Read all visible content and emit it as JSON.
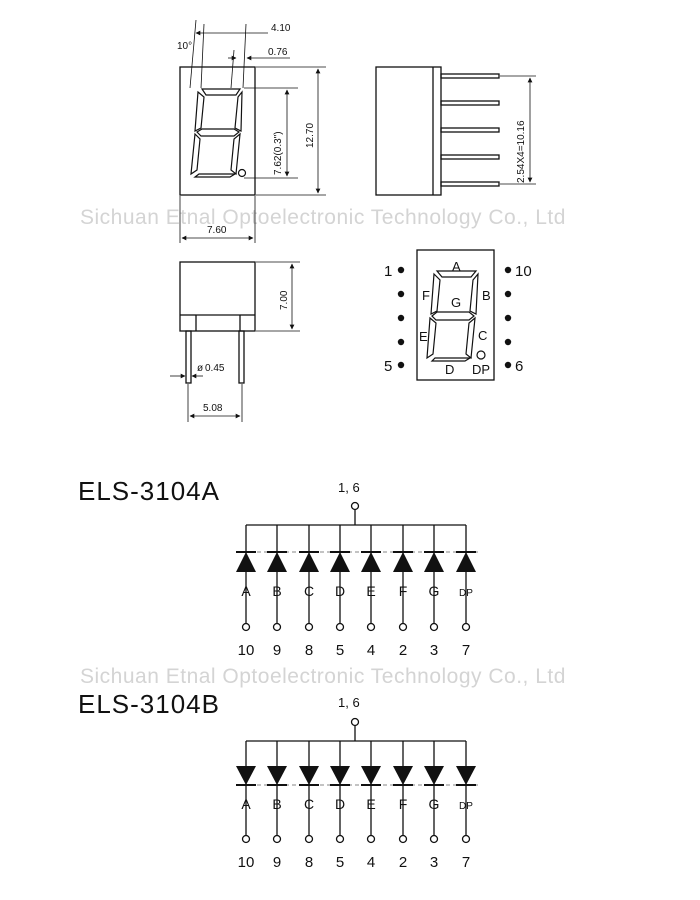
{
  "watermark": "Sichuan Etnal Optoelectronic Technology Co., Ltd",
  "front_view": {
    "dim_width_top": "4.10",
    "dim_angle": "10°",
    "dim_segment": "0.76",
    "dim_digit_height": "7.62(0.3\")",
    "dim_height": "12.70",
    "dim_width": "7.60"
  },
  "side_view": {
    "dim_pitch": "2.54X4=10.16"
  },
  "bottom_view": {
    "dim_height": "7.00",
    "dim_pin_dia": "0.45",
    "dim_row_spacing": "5.08"
  },
  "pinout": {
    "segment_labels": [
      "A",
      "B",
      "C",
      "D",
      "E",
      "F",
      "G",
      "DP"
    ],
    "pin_1": "1",
    "pin_5": "5",
    "pin_6": "6",
    "pin_10": "10"
  },
  "schematics": [
    {
      "model": "ELS-3104A",
      "common_pins": "1, 6",
      "diode_direction": "up",
      "segments": [
        "A",
        "B",
        "C",
        "D",
        "E",
        "F",
        "G",
        "DP"
      ],
      "pins": [
        "10",
        "9",
        "8",
        "5",
        "4",
        "2",
        "3",
        "7"
      ]
    },
    {
      "model": "ELS-3104B",
      "common_pins": "1, 6",
      "diode_direction": "down",
      "segments": [
        "A",
        "B",
        "C",
        "D",
        "E",
        "F",
        "G",
        "DP"
      ],
      "pins": [
        "10",
        "9",
        "8",
        "5",
        "4",
        "2",
        "3",
        "7"
      ]
    }
  ]
}
